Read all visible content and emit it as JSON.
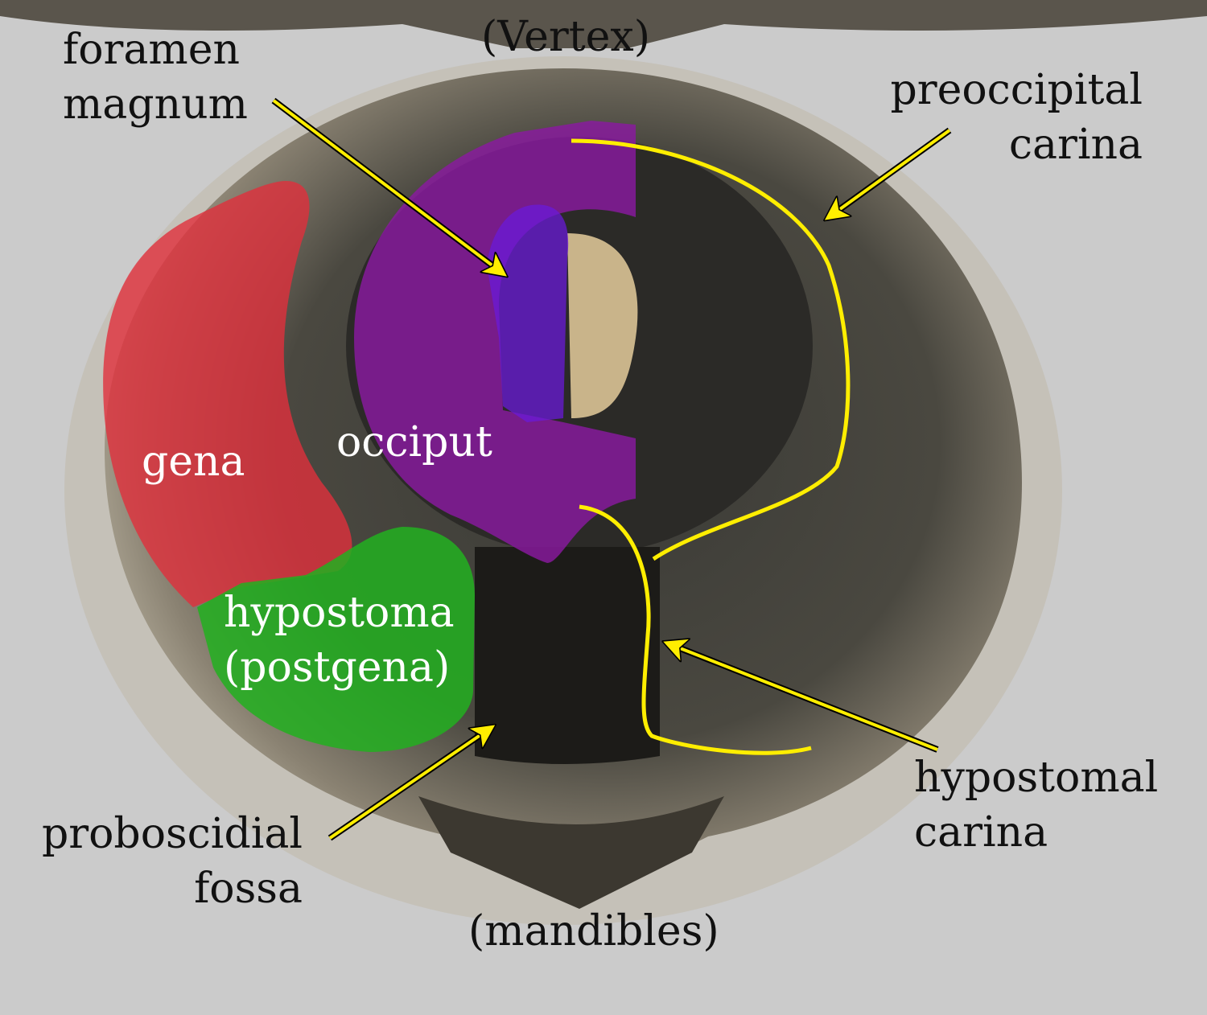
{
  "labels": {
    "vertex": "(Vertex)",
    "foramen_1": "foramen",
    "foramen_2": "magnum",
    "preoccipital_1": "preoccipital",
    "preoccipital_2": "carina",
    "gena": "gena",
    "occiput": "occiput",
    "hypostoma_1": "hypostoma",
    "hypostoma_2": "(postgena)",
    "proboscidial_1": "proboscidial",
    "proboscidial_2": "fossa",
    "hypostomal_1": "hypostomal",
    "hypostomal_2": "carina",
    "mandibles": "(mandibles)"
  },
  "colors": {
    "gena": "#e0303c",
    "occiput": "#8a1aa0",
    "foramen": "#6a1ad8",
    "hypostoma": "#22b020",
    "carina_line": "#ffee00",
    "background": "#cbcbcb"
  }
}
